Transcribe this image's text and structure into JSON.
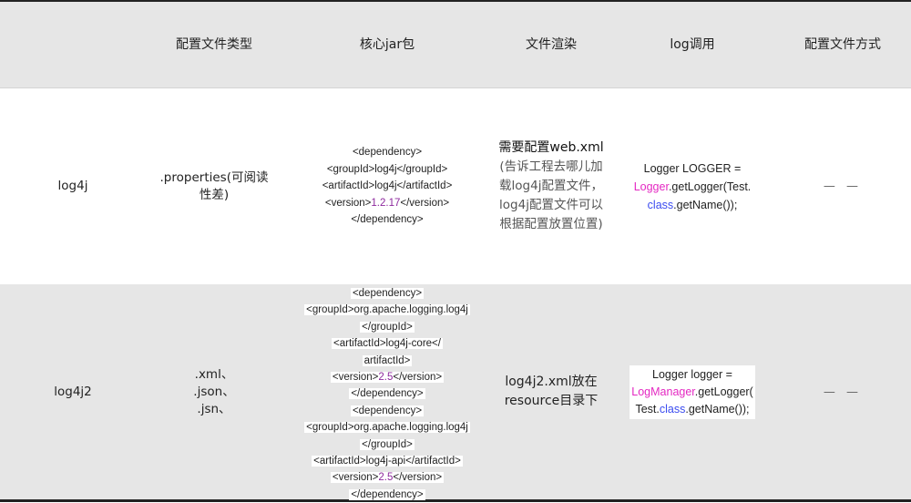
{
  "header": {
    "col0": "",
    "col1": "配置文件类型",
    "col2": "核心jar包",
    "col3": "文件渲染",
    "col4": "log调用",
    "col5": "配置文件方式"
  },
  "rows": [
    {
      "name": "log4j",
      "config_type": [
        ".properties(可阅读",
        "性差)"
      ],
      "jar": {
        "l1": "<dependency>",
        "l2": "<groupId>log4j</groupId>",
        "l3": "<artifactId>log4j</artifactId>",
        "l4_pre": "<version>",
        "l4_ver": "1.2.17",
        "l4_post": "</version>",
        "l5": "</dependency>"
      },
      "render": {
        "title": "需要配置web.xml",
        "lines": [
          "(告诉工程去哪儿加",
          "载log4j配置文件，",
          "log4j配置文件可以",
          "根据配置放置位置)"
        ]
      },
      "call": {
        "l1": "Logger LOGGER =",
        "l2_class": "Logger",
        "l2_rest": ".getLogger(Test.",
        "l3_kw": "class",
        "l3_rest": ".getName());"
      },
      "config_method": "— —"
    },
    {
      "name": "log4j2",
      "config_type": [
        ".xml、",
        ".json、",
        ".jsn、"
      ],
      "jar": {
        "a1": "<dependency>",
        "a2": "<groupId>org.apache.logging.log4j",
        "a3": "</groupId>",
        "a4": "<artifactId>log4j-core</",
        "a5": "artifactId>",
        "a6_pre": "<version>",
        "a6_ver": "2.5",
        "a6_post": "</version>",
        "a7": "</dependency>",
        "b1": "<dependency>",
        "b2": "<groupId>org.apache.logging.log4j",
        "b3": "</groupId>",
        "b4": "<artifactId>log4j-api</artifactId>",
        "b5_pre": "<version>",
        "b5_ver": "2.5",
        "b5_post": "</version>",
        "b6": "</dependency>"
      },
      "render": [
        "log4j2.xml放在",
        "resource目录下"
      ],
      "call": {
        "l1": "Logger logger =",
        "l2_class": "LogManager",
        "l2_rest": ".getLogger(",
        "l3_pre": "Test.",
        "l3_kw": "class",
        "l3_rest": ".getName());"
      },
      "config_method": "— —"
    }
  ],
  "colors": {
    "header_bg": "#e6e6e6",
    "row_alt_bg": "#e6e6e6",
    "version_purple": "#8e2a9e",
    "class_magenta": "#e428c2",
    "keyword_blue": "#3b4cf0",
    "border": "#222222"
  }
}
